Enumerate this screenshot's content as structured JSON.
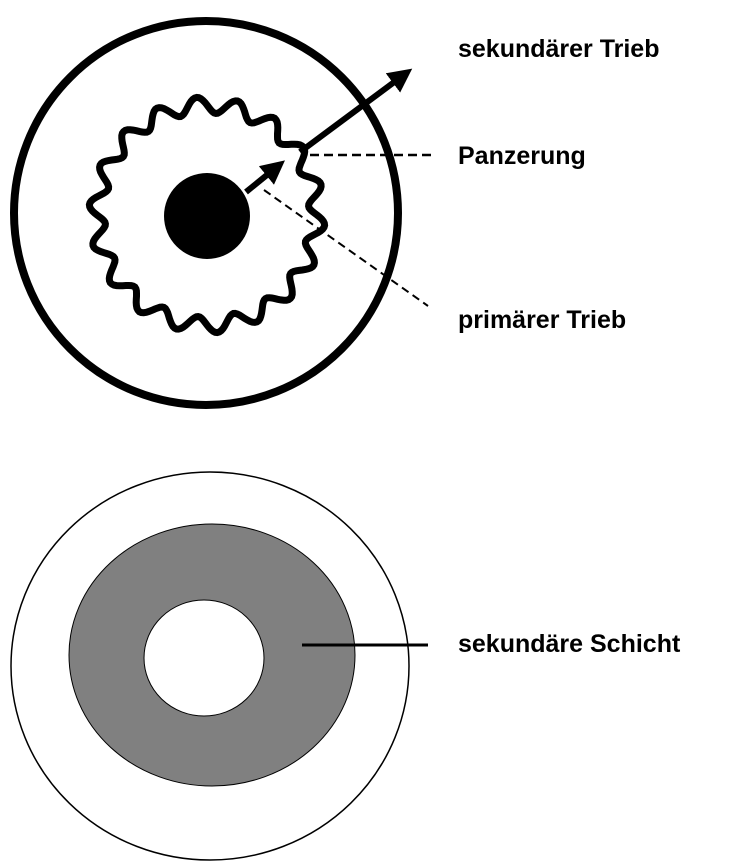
{
  "top_diagram": {
    "labels": {
      "secondary_drive": "sekundärer Trieb",
      "armor": "Panzerung",
      "primary_drive": "primärer Trieb"
    }
  },
  "bottom_diagram": {
    "labels": {
      "secondary_layer": "sekundäre Schicht"
    },
    "layer_color": "#808080"
  }
}
